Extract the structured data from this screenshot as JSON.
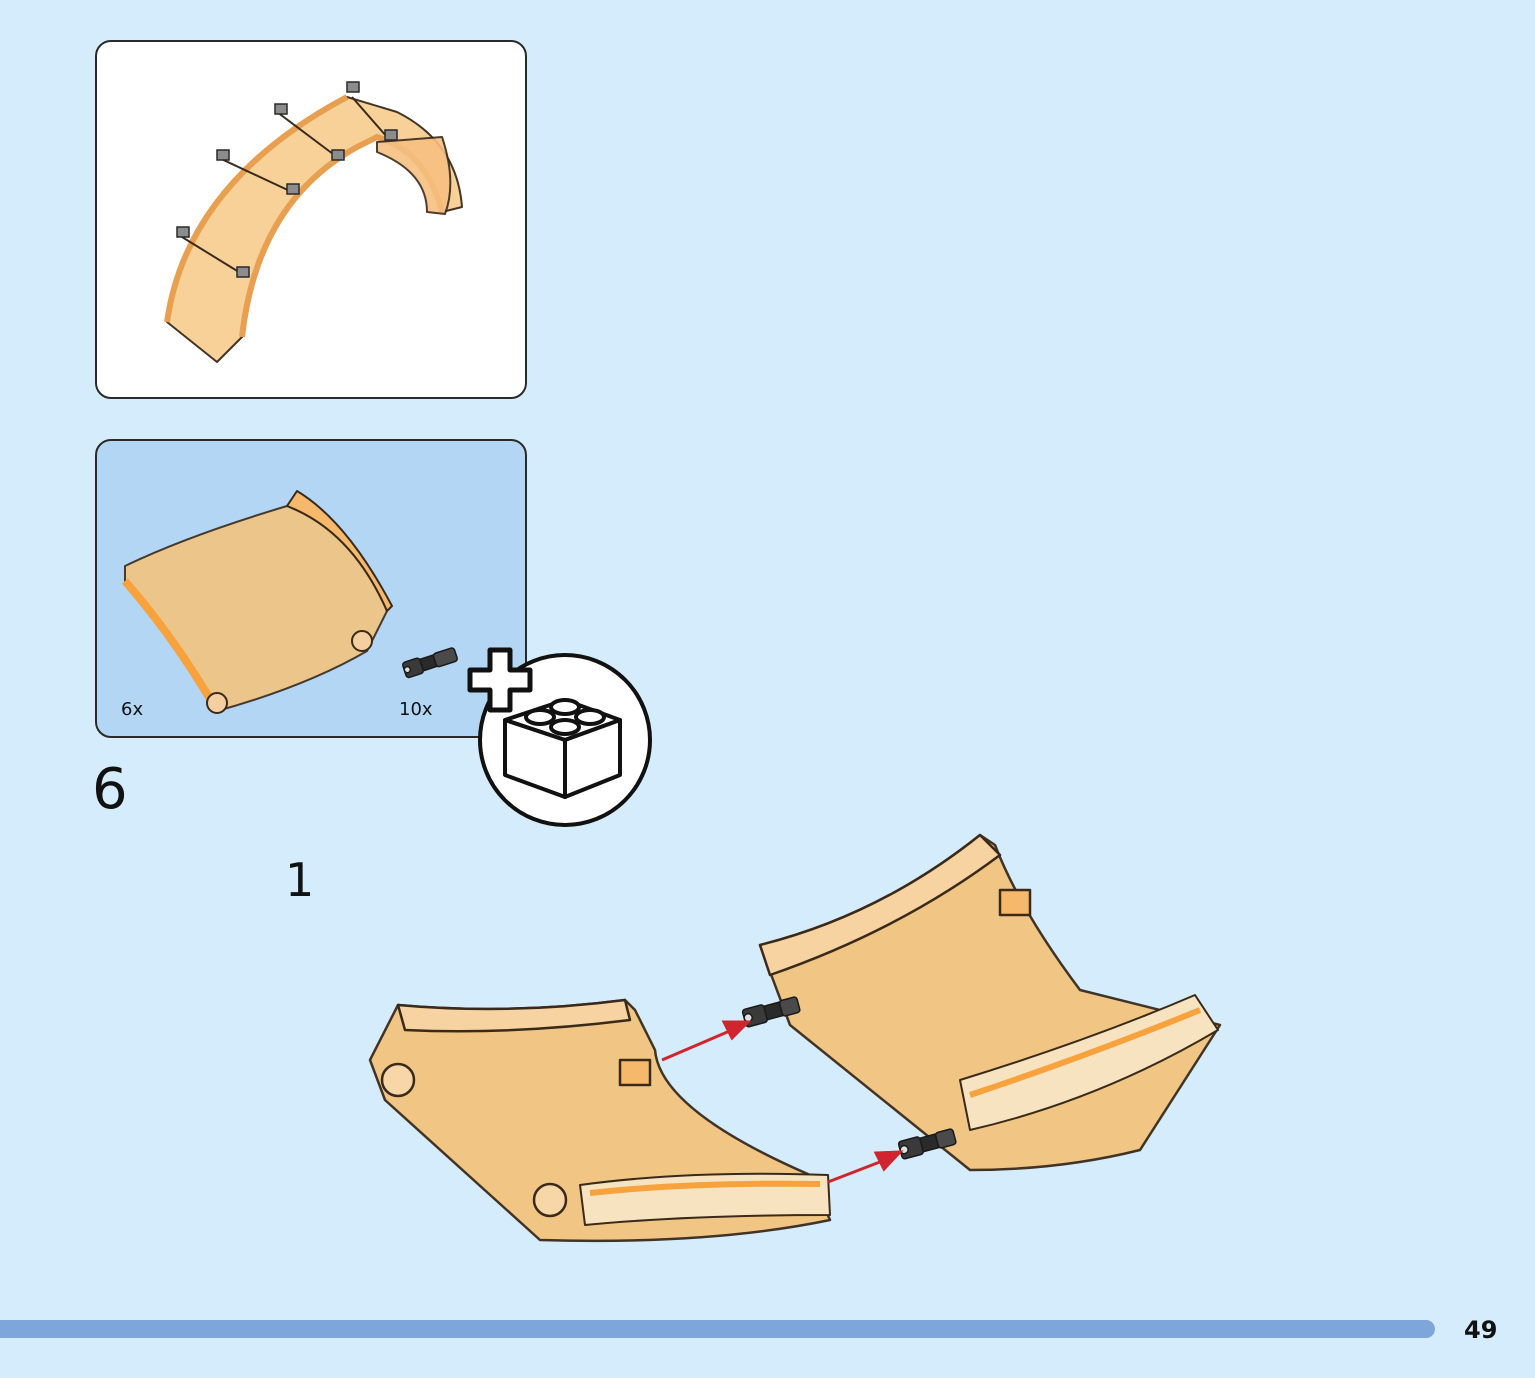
{
  "parts_list": {
    "items": [
      {
        "count": "6x",
        "icon": "curved-panel-piece"
      },
      {
        "count": "10x",
        "icon": "connector-pin"
      }
    ]
  },
  "step": {
    "number": "6"
  },
  "substep": {
    "number": "1"
  },
  "footer": {
    "page_number": "49"
  },
  "colors": {
    "background": "#d4ecfb",
    "parts_panel": "#b3d6f5",
    "piece": "#f3c47f",
    "piece_edge": "#f7a23c",
    "arrow": "#d0252f",
    "footer_bar": "#7fa6da"
  }
}
